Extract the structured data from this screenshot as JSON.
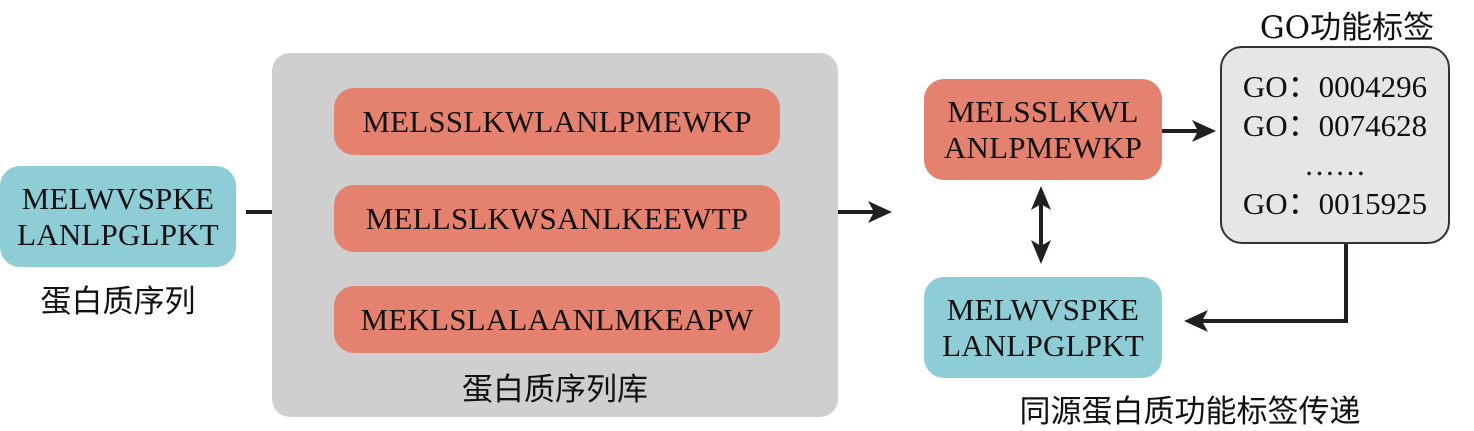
{
  "input": {
    "sequence_lines": [
      "MELWVSPKE",
      "LANLPGLPKT"
    ],
    "caption": "蛋白质序列"
  },
  "library": {
    "sequences": [
      "MELSSLKWLANLPMEWKP",
      "MELLSLKWSANLKEEWTP",
      "MEKLSLALAANLMKEAPW"
    ],
    "caption": "蛋白质序列库"
  },
  "match": {
    "sequence_lines": [
      "MELSSLKWL",
      "ANLPMEWKP"
    ]
  },
  "go_labels": {
    "title": "GO功能标签",
    "terms": [
      "GO：0004296",
      "GO：0074628",
      "……",
      "GO：0015925"
    ]
  },
  "query_result": {
    "sequence_lines": [
      "MELWVSPKE",
      "LANLPGLPKT"
    ],
    "caption": "同源蛋白质功能标签传递"
  },
  "colors": {
    "query": "#8ecdd6",
    "library_hit": "#e5826f",
    "library_bg": "#cfcfcf",
    "go_box": "#e6e6e6",
    "arrow": "#231f20"
  }
}
